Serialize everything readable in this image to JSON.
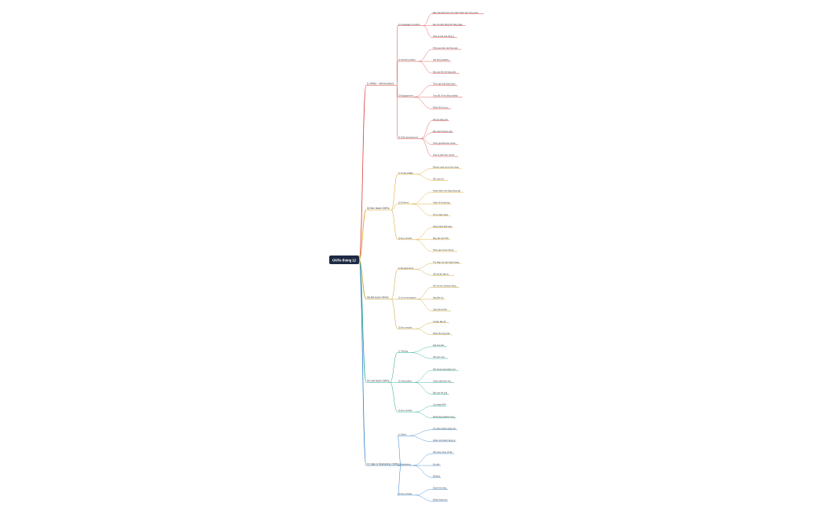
{
  "root": {
    "label": "OKRs tháng 12"
  },
  "branches": [
    {
      "label": "I) OKRs – All members",
      "color": "#d94040",
      "children": [
        {
          "label": "1) Language & culture",
          "children": [
            {
              "label": "Đảm bảo tiếng Anh cho nhiều thành viên trong team"
            },
            {
              "label": "Đọc và nghe tiếng Anh hàng ngày"
            },
            {
              "label": "Chia sẻ văn hoá công ty"
            }
          ]
        },
        {
          "label": "2) Working habits",
          "children": [
            {
              "label": "Thói quen làm việc hiệu quả"
            },
            {
              "label": "Giữ đúng deadline"
            },
            {
              "label": "Báo cáo tiến độ hàng tuần"
            }
          ]
        },
        {
          "label": "3) Engagement",
          "children": [
            {
              "label": "Tham gia hoạt động team"
            },
            {
              "label": "Trao đổi, hỗ trợ đồng nghiệp"
            },
            {
              "label": "Phản hồi tích cực"
            }
          ]
        },
        {
          "label": "4) Self-development",
          "children": [
            {
              "label": "Học kỹ năng mới"
            },
            {
              "label": "Đọc sách chuyên môn"
            },
            {
              "label": "Tham gia khoá học online"
            },
            {
              "label": "Chia sẻ kiến thức nội bộ"
            }
          ]
        }
      ]
    },
    {
      "label": "II) Dev team OKRs",
      "color": "#d9a020",
      "children": [
        {
          "label": "1) Code quality",
          "children": [
            {
              "label": "Review code trước khi merge"
            },
            {
              "label": "Viết unit test"
            }
          ]
        },
        {
          "label": "2) Delivery",
          "children": [
            {
              "label": "Hoàn thành tính năng đúng hạn"
            },
            {
              "label": "Giảm số lượng bug"
            },
            {
              "label": "Tối ưu hiệu năng"
            }
          ]
        },
        {
          "label": "3) Key results",
          "children": [
            {
              "label": "Hoàn thành 90% task"
            },
            {
              "label": "Bug rate dưới 5%"
            },
            {
              "label": "Tham gia 2 buổi chia sẻ"
            }
          ]
        }
      ]
    },
    {
      "label": "III) BA team OKRs",
      "color": "#c8a030",
      "children": [
        {
          "label": "1) Requirement",
          "children": [
            {
              "label": "Thu thập yêu cầu khách hàng"
            },
            {
              "label": "Viết tài liệu đặc tả"
            }
          ]
        },
        {
          "label": "2) Communication",
          "children": [
            {
              "label": "Kết nối dev và khách hàng"
            },
            {
              "label": "Họp định kỳ"
            },
            {
              "label": "Cập nhật tài liệu"
            }
          ]
        },
        {
          "label": "3) Key results",
          "children": [
            {
              "label": "Tài liệu đầy đủ"
            },
            {
              "label": "Phản hồi trong 24h"
            }
          ]
        }
      ]
    },
    {
      "label": "IV) QA team OKRs",
      "color": "#20a890",
      "children": [
        {
          "label": "1) Testing",
          "children": [
            {
              "label": "Lập test plan"
            },
            {
              "label": "Viết test case"
            }
          ]
        },
        {
          "label": "2) Automation",
          "children": [
            {
              "label": "Xây dựng automation test"
            },
            {
              "label": "Chạy regression test"
            },
            {
              "label": "Báo cáo kết quả"
            }
          ]
        },
        {
          "label": "3) Key results",
          "children": [
            {
              "label": "Coverage 80%"
            },
            {
              "label": "Không bug nghiêm trọng"
            }
          ]
        }
      ]
    },
    {
      "label": "V) Sale & Marketing OKRs",
      "color": "#3080c8",
      "children": [
        {
          "label": "1) Sales",
          "children": [
            {
              "label": "Tìm kiếm khách hàng mới"
            },
            {
              "label": "Chăm sóc khách hàng cũ"
            }
          ]
        },
        {
          "label": "2) Marketing",
          "children": [
            {
              "label": "Nội dung mạng xã hội"
            },
            {
              "label": "Sự kiện"
            },
            {
              "label": "Website"
            }
          ]
        },
        {
          "label": "3) Key results",
          "children": [
            {
              "label": "Doanh thu tăng"
            },
            {
              "label": "Khách hàng mới"
            }
          ]
        }
      ]
    }
  ]
}
